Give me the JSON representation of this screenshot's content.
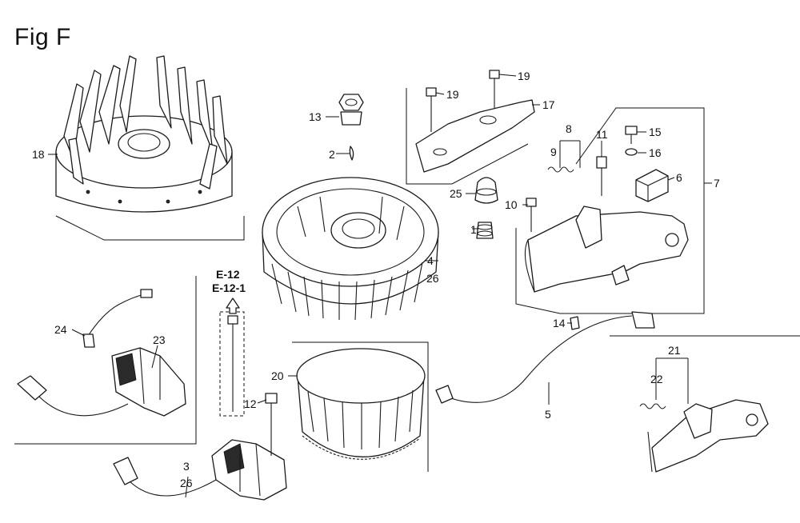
{
  "figure": {
    "title": "Fig F"
  },
  "callouts": [
    {
      "id": "c1",
      "text": "1"
    },
    {
      "id": "c2",
      "text": "2"
    },
    {
      "id": "c3",
      "text": "3"
    },
    {
      "id": "c4",
      "text": "4"
    },
    {
      "id": "c5",
      "text": "5"
    },
    {
      "id": "c6",
      "text": "6"
    },
    {
      "id": "c7",
      "text": "7"
    },
    {
      "id": "c8",
      "text": "8"
    },
    {
      "id": "c9",
      "text": "9"
    },
    {
      "id": "c10",
      "text": "10"
    },
    {
      "id": "c11",
      "text": "11"
    },
    {
      "id": "c12",
      "text": "12"
    },
    {
      "id": "c13",
      "text": "13"
    },
    {
      "id": "c14",
      "text": "14"
    },
    {
      "id": "c15",
      "text": "15"
    },
    {
      "id": "c16",
      "text": "16"
    },
    {
      "id": "c17",
      "text": "17"
    },
    {
      "id": "c18",
      "text": "18"
    },
    {
      "id": "c19a",
      "text": "19"
    },
    {
      "id": "c19b",
      "text": "19"
    },
    {
      "id": "c20",
      "text": "20"
    },
    {
      "id": "c21",
      "text": "21"
    },
    {
      "id": "c22",
      "text": "22"
    },
    {
      "id": "c23",
      "text": "23"
    },
    {
      "id": "c24",
      "text": "24"
    },
    {
      "id": "c25",
      "text": "25"
    },
    {
      "id": "c26a",
      "text": "26"
    },
    {
      "id": "c26b",
      "text": "26"
    }
  ],
  "reference": {
    "line1": "E-12",
    "line2": "E-12-1"
  }
}
